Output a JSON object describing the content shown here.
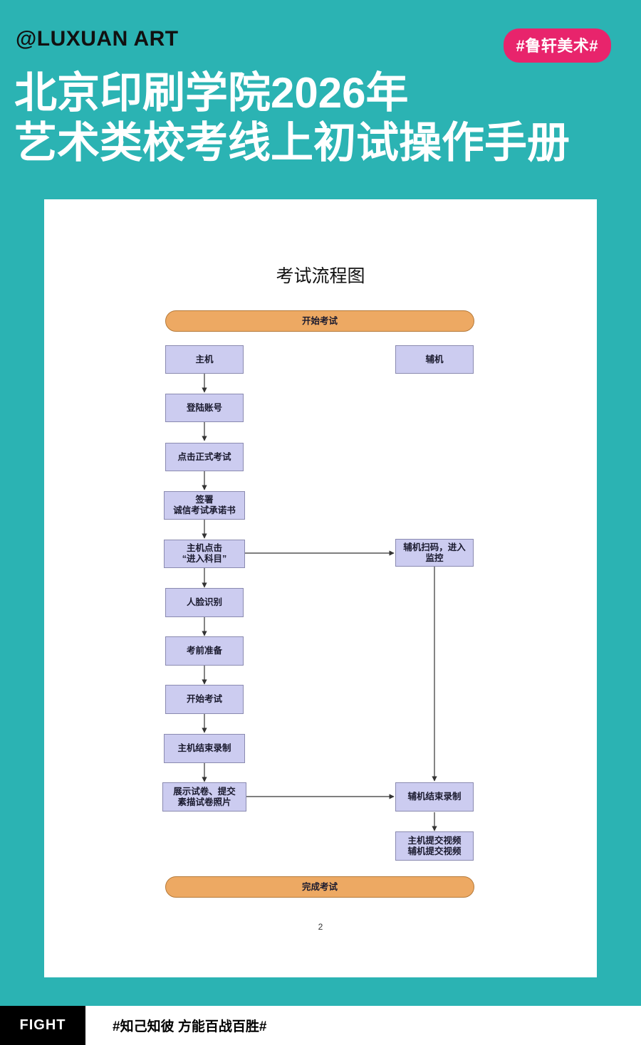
{
  "header": {
    "handle": "@LUXUAN ART",
    "badge": "#鲁轩美术#",
    "title_line1": "北京印刷学院2026年",
    "title_line2": "艺术类校考线上初试操作手册",
    "bg_color": "#2bb3b3",
    "badge_color": "#e8246c",
    "title_color": "#ffffff"
  },
  "card": {
    "chart_title": "考试流程图",
    "page_number": "2",
    "bg_color": "#ffffff"
  },
  "chart_data": {
    "type": "diagram",
    "title": "考试流程图",
    "colors": {
      "terminal_fill": "#eda963",
      "terminal_stroke": "#b57a3a",
      "process_fill": "#ccccf0",
      "process_stroke": "#8a8ab0",
      "edge": "#333333"
    },
    "lanes": [
      "主机",
      "辅机"
    ],
    "nodes": [
      {
        "id": "start",
        "label": "开始考试",
        "shape": "terminal",
        "lane": "both"
      },
      {
        "id": "host",
        "label": "主机",
        "shape": "process",
        "lane": "主机"
      },
      {
        "id": "aux",
        "label": "辅机",
        "shape": "process",
        "lane": "辅机"
      },
      {
        "id": "login",
        "label": "登陆账号",
        "shape": "process",
        "lane": "主机"
      },
      {
        "id": "formal",
        "label": "点击正式考试",
        "shape": "process",
        "lane": "主机"
      },
      {
        "id": "sign",
        "label": "签署\n诚信考试承诺书",
        "shape": "process",
        "lane": "主机",
        "lines": [
          "签署",
          "诚信考试承诺书"
        ]
      },
      {
        "id": "enter",
        "label": "主机点击\n“进入科目”",
        "shape": "process",
        "lane": "主机",
        "lines": [
          "主机点击",
          "“进入科目”"
        ]
      },
      {
        "id": "scan",
        "label": "辅机扫码，进入\n监控",
        "shape": "process",
        "lane": "辅机",
        "lines": [
          "辅机扫码，进入",
          "监控"
        ]
      },
      {
        "id": "face",
        "label": "人脸识别",
        "shape": "process",
        "lane": "主机"
      },
      {
        "id": "prepare",
        "label": "考前准备",
        "shape": "process",
        "lane": "主机"
      },
      {
        "id": "begin",
        "label": "开始考试",
        "shape": "process",
        "lane": "主机"
      },
      {
        "id": "host-stop",
        "label": "主机结束录制",
        "shape": "process",
        "lane": "主机"
      },
      {
        "id": "show-paper",
        "label": "展示试卷、提交\n素描试卷照片",
        "shape": "process",
        "lane": "主机",
        "lines": [
          "展示试卷、提交",
          "素描试卷照片"
        ]
      },
      {
        "id": "aux-stop",
        "label": "辅机结束录制",
        "shape": "process",
        "lane": "辅机"
      },
      {
        "id": "submit",
        "label": "主机提交视频\n辅机提交视频",
        "shape": "process",
        "lane": "辅机",
        "lines": [
          "主机提交视频",
          "辅机提交视频"
        ]
      },
      {
        "id": "finish",
        "label": "完成考试",
        "shape": "terminal",
        "lane": "both"
      }
    ],
    "edges": [
      {
        "from": "host",
        "to": "login",
        "dir": "down"
      },
      {
        "from": "login",
        "to": "formal",
        "dir": "down"
      },
      {
        "from": "formal",
        "to": "sign",
        "dir": "down"
      },
      {
        "from": "sign",
        "to": "enter",
        "dir": "down"
      },
      {
        "from": "enter",
        "to": "scan",
        "dir": "right"
      },
      {
        "from": "enter",
        "to": "face",
        "dir": "down"
      },
      {
        "from": "face",
        "to": "prepare",
        "dir": "down"
      },
      {
        "from": "prepare",
        "to": "begin",
        "dir": "down"
      },
      {
        "from": "begin",
        "to": "host-stop",
        "dir": "down"
      },
      {
        "from": "host-stop",
        "to": "show-paper",
        "dir": "down"
      },
      {
        "from": "show-paper",
        "to": "aux-stop",
        "dir": "right"
      },
      {
        "from": "scan",
        "to": "aux-stop",
        "dir": "down"
      },
      {
        "from": "aux-stop",
        "to": "submit",
        "dir": "down"
      }
    ]
  },
  "footer": {
    "fight_label": "FIGHT",
    "slogan": "#知己知彼 方能百战百胜#",
    "block_color": "#000000",
    "bg_color": "#ffffff"
  }
}
